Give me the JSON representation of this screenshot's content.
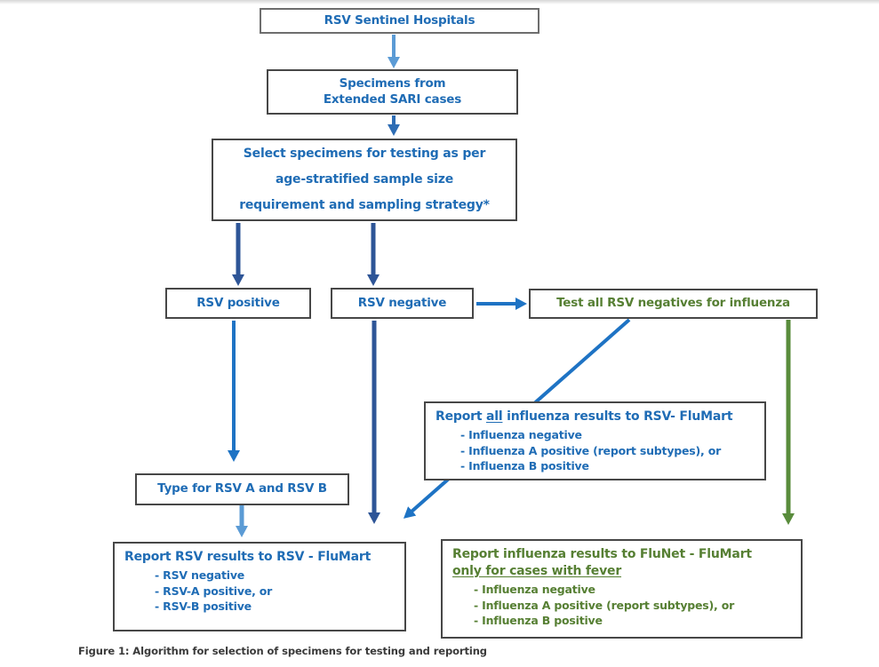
{
  "figure": {
    "caption": "Figure 1: Algorithm for selection of specimens for testing and reporting"
  },
  "colors": {
    "blue_text": "#1F6CB5",
    "green_text": "#567F33",
    "navy_arrow": "#2E5597",
    "mid_navy_arrow": "#2E6DB4",
    "blue_arrow": "#1E73C4",
    "light_blue_arrow": "#5B9BD5",
    "green_arrow": "#598C3C"
  },
  "nodes": {
    "sentinel": {
      "label": "RSV Sentinel Hospitals"
    },
    "specimens": {
      "line1": "Specimens from",
      "line2": "Extended SARI cases"
    },
    "select": {
      "line1": "Select specimens for testing as per",
      "line2": "age-stratified sample size",
      "line3": "requirement and sampling strategy*"
    },
    "rsv_positive": {
      "label": "RSV positive"
    },
    "rsv_negative": {
      "label": "RSV negative"
    },
    "test_negatives": {
      "label": "Test all RSV negatives for influenza"
    },
    "report_flu_flumart": {
      "heading_pre": "Report ",
      "heading_underlined": "all",
      "heading_post": " influenza results to RSV- FluMart",
      "items": [
        "- Influenza negative",
        "- Influenza A positive (report subtypes), or",
        "- Influenza B positive"
      ]
    },
    "type_rsv": {
      "label": "Type for RSV A and RSV B"
    },
    "report_rsv_flumart": {
      "heading": "Report RSV results to RSV - FluMart",
      "items": [
        "- RSV negative",
        "- RSV-A positive, or",
        "- RSV-B positive"
      ]
    },
    "report_flunet": {
      "heading_line1": "Report influenza results to FluNet - FluMart",
      "heading_line2_underlined": "only for cases with fever",
      "items": [
        "- Influenza negative",
        "- Influenza A positive (report subtypes), or",
        "- Influenza B positive"
      ]
    }
  }
}
